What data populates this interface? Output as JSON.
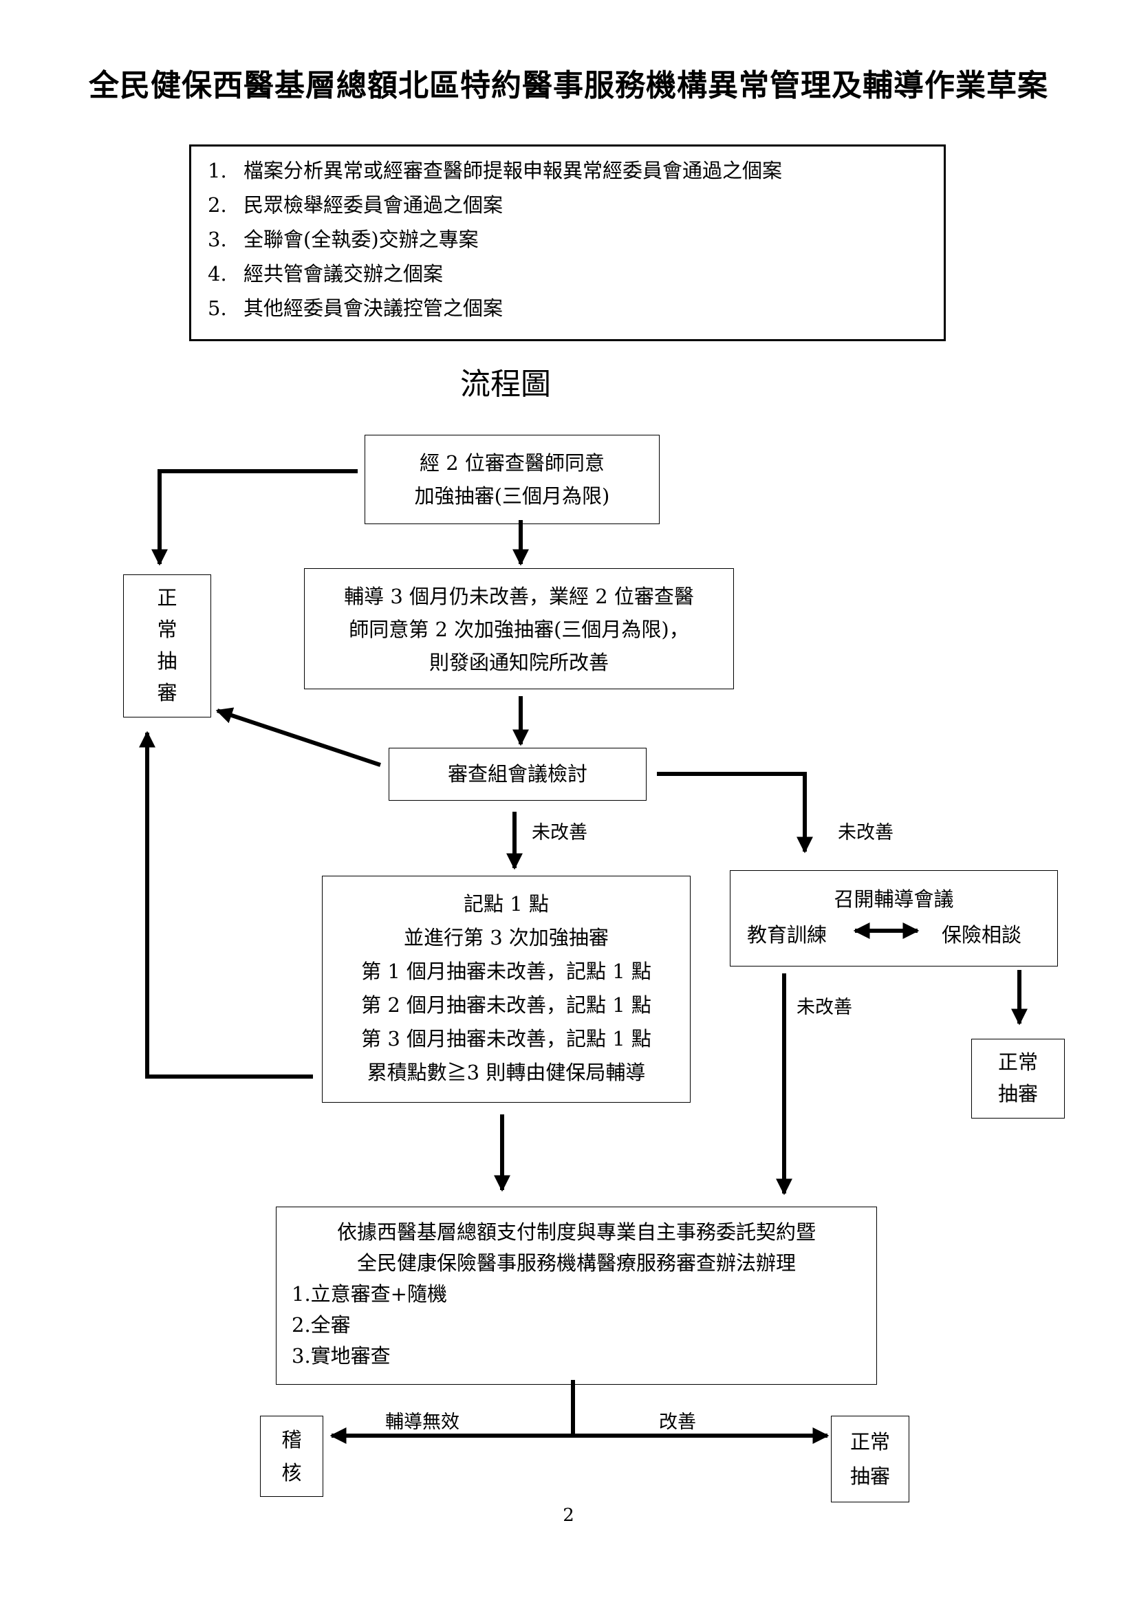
{
  "document": {
    "title": "全民健保西醫基層總額北區特約醫事服務機構異常管理及輔導作業草案",
    "criteria": [
      {
        "num": "1.",
        "text": "檔案分析異常或經審查醫師提報申報異常經委員會通過之個案"
      },
      {
        "num": "2.",
        "text": "民眾檢舉經委員會通過之個案"
      },
      {
        "num": "3.",
        "text": "全聯會(全執委)交辦之專案"
      },
      {
        "num": "4.",
        "text": "經共管會議交辦之個案"
      },
      {
        "num": "5.",
        "text": "其他經委員會決議控管之個案"
      }
    ],
    "subtitle": "流程圖",
    "page_number": "2"
  },
  "flowchart": {
    "step1": [
      "經 2 位審查醫師同意",
      "加強抽審(三個月為限)"
    ],
    "step2": [
      "輔導 3 個月仍未改善，業經 2 位審查醫",
      "師同意第 2 次加強抽審(三個月為限)，",
      "則發函通知院所改善"
    ],
    "review_meeting": "審查組會議檢討",
    "normal_review_left": [
      "正",
      "常",
      "抽",
      "審"
    ],
    "points_box": [
      "記點 1 點",
      "並進行第 3 次加強抽審",
      "第 1 個月抽審未改善，記點 1 點",
      "第 2 個月抽審未改善，記點 1 點",
      "第 3 個月抽審未改善，記點 1 點",
      "累積點數≧3 則轉由健保局輔導"
    ],
    "counsel_meeting": {
      "title": "召開輔導會議",
      "left": "教育訓練",
      "right": "保險相談"
    },
    "normal_review_right": [
      "正常",
      "抽審"
    ],
    "final_box": {
      "intro": [
        "依據西醫基層總額支付制度與專業自主事務委託契約暨",
        "全民健康保險醫事服務機構醫療服務審查辦法辦理"
      ],
      "items": [
        "1.立意審查+隨機",
        "2.全審",
        "3.實地審查"
      ]
    },
    "audit_box": [
      "稽",
      "核"
    ],
    "normal_review_bottom": [
      "正常",
      "抽審"
    ],
    "labels": {
      "not_improved_1": "未改善",
      "not_improved_2": "未改善",
      "not_improved_3": "未改善",
      "ineffective": "輔導無效",
      "improved": "改善"
    }
  }
}
